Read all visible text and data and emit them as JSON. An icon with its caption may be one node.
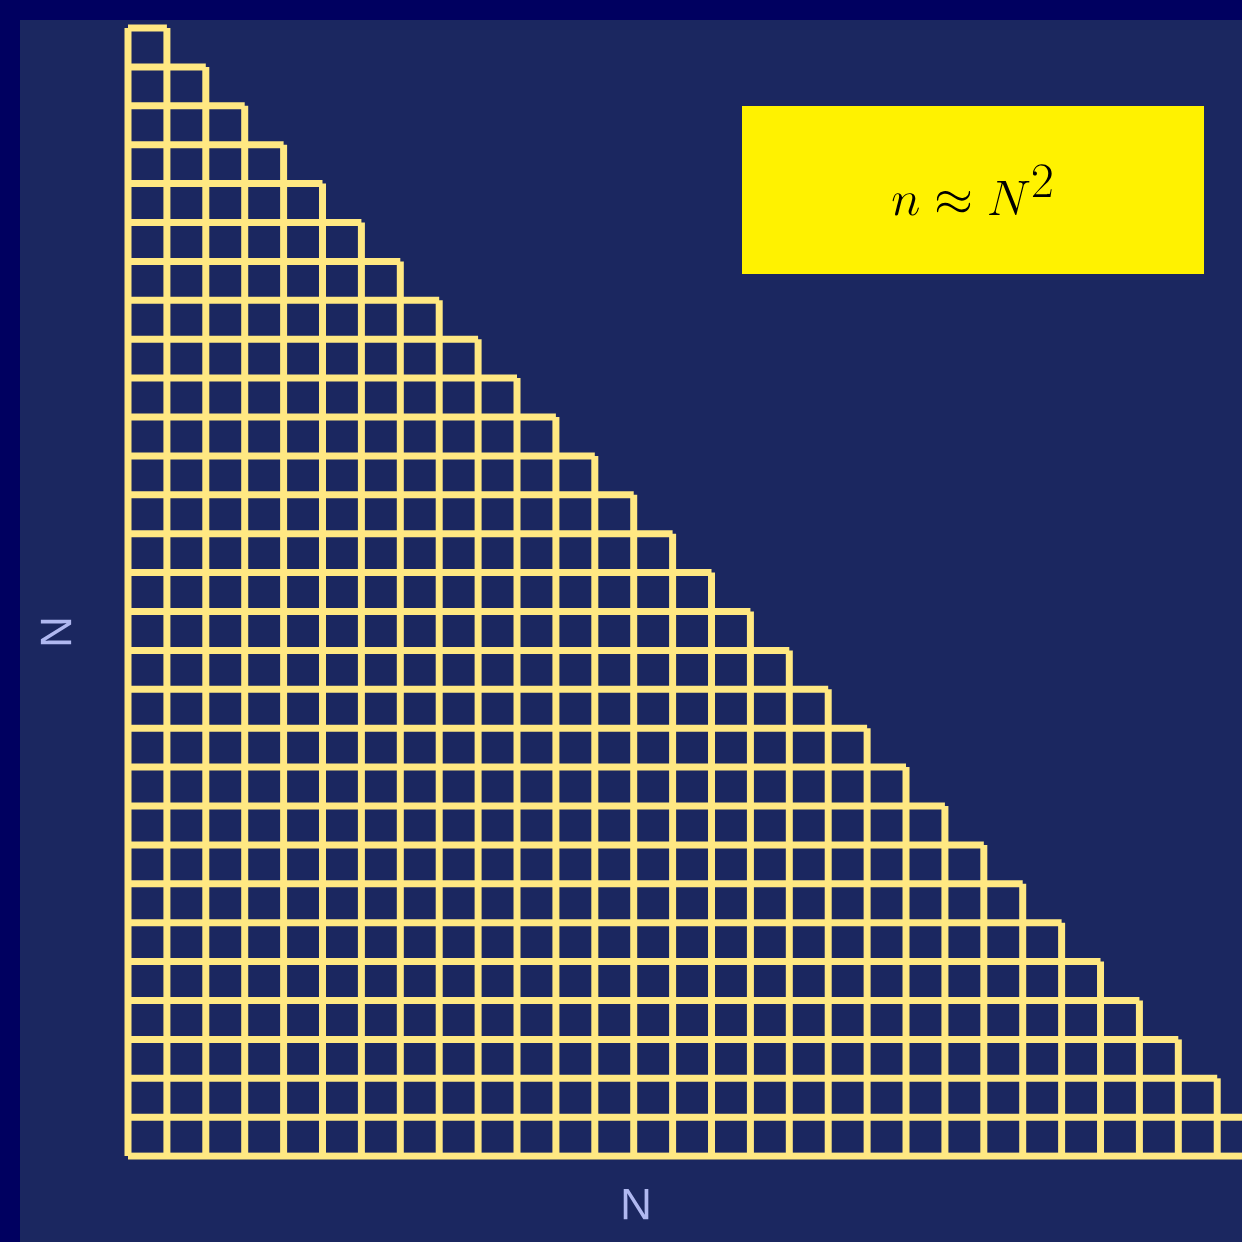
{
  "diagram": {
    "nodes": [
      {
        "text": [
          "n \\approx N^2"
        ]
      }
    ],
    "labels": [
      "N",
      "N"
    ]
  }
}
